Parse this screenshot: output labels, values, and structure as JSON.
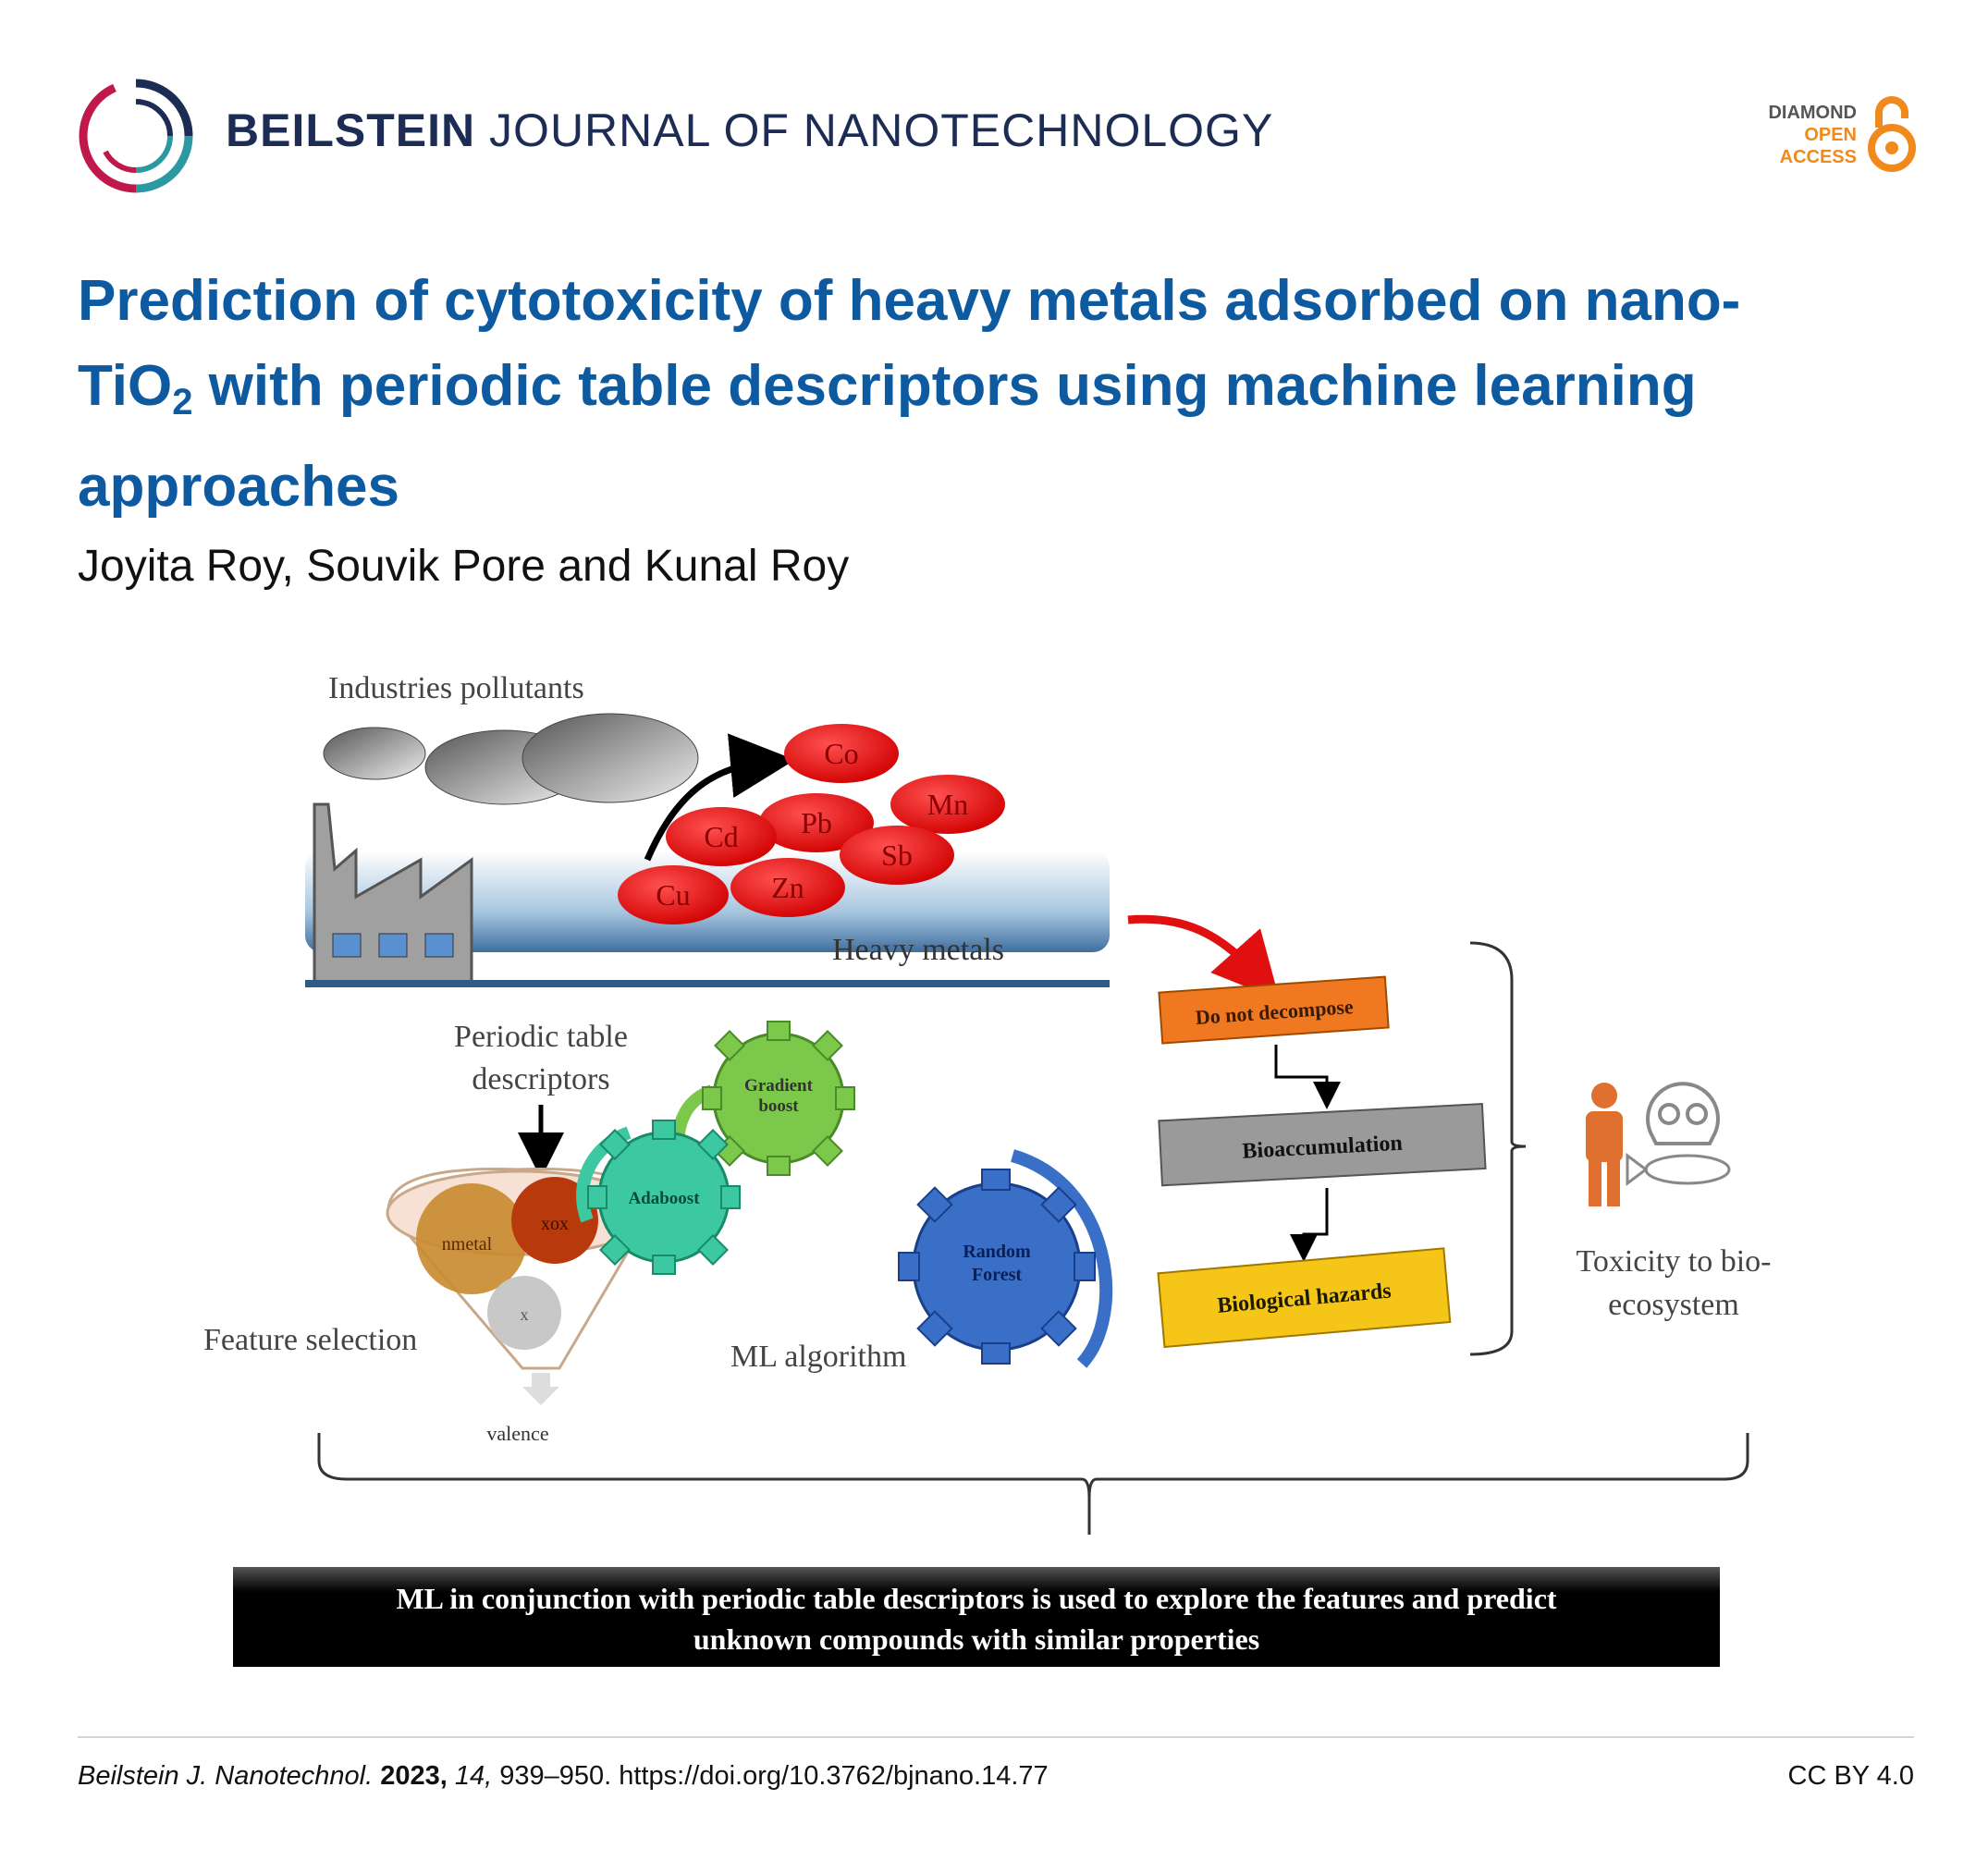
{
  "journal": {
    "name_bold": "BEILSTEIN",
    "name_rest": "JOURNAL OF NANOTECHNOLOGY",
    "badge_line1": "DIAMOND",
    "badge_line2": "OPEN",
    "badge_line3": "ACCESS",
    "badge_icon": "open-access-lock-icon"
  },
  "article": {
    "title_part1": "Prediction of cytotoxicity of heavy metals adsorbed on nano-TiO",
    "title_sub": "2",
    "title_part2": " with periodic table descriptors using machine learning approaches",
    "authors": "Joyita Roy, Souvik Pore and Kunal Roy"
  },
  "figure": {
    "industries_label": "Industries pollutants",
    "heavy_metals_label": "Heavy metals",
    "metals": [
      "Co",
      "Mn",
      "Pb",
      "Cd",
      "Sb",
      "Zn",
      "Cu"
    ],
    "periodic_label_line1": "Periodic table",
    "periodic_label_line2": "descriptors",
    "feature_selection_label": "Feature selection",
    "features": [
      "nmetal",
      "xox",
      "x",
      "valence"
    ],
    "ml_label": "ML algorithm",
    "algorithms": [
      "Gradient boost",
      "Adaboost",
      "Random Forest"
    ],
    "steps": [
      "Do not decompose",
      "Bioaccumulation",
      "Biological hazards"
    ],
    "toxicity_line1": "Toxicity to bio-",
    "toxicity_line2": "ecosystem",
    "conclusion_line1": "ML in conjunction with periodic table descriptors is used to explore the features and predict",
    "conclusion_line2": "unknown compounds with similar properties",
    "colors": {
      "metal_red": "#e01010",
      "step_orange": "#f07820",
      "step_gray": "#9a9a9a",
      "step_yellow": "#f5c518",
      "gear_green": "#7cc84a",
      "gear_teal": "#3cc8a0",
      "gear_blue": "#3a6fc8"
    }
  },
  "footer": {
    "journal_abbrev": "Beilstein J. Nanotechnol.",
    "year": "2023,",
    "volume": "14,",
    "pages": "939–950. https://doi.org/10.3762/bjnano.14.77",
    "license": "CC BY 4.0"
  }
}
